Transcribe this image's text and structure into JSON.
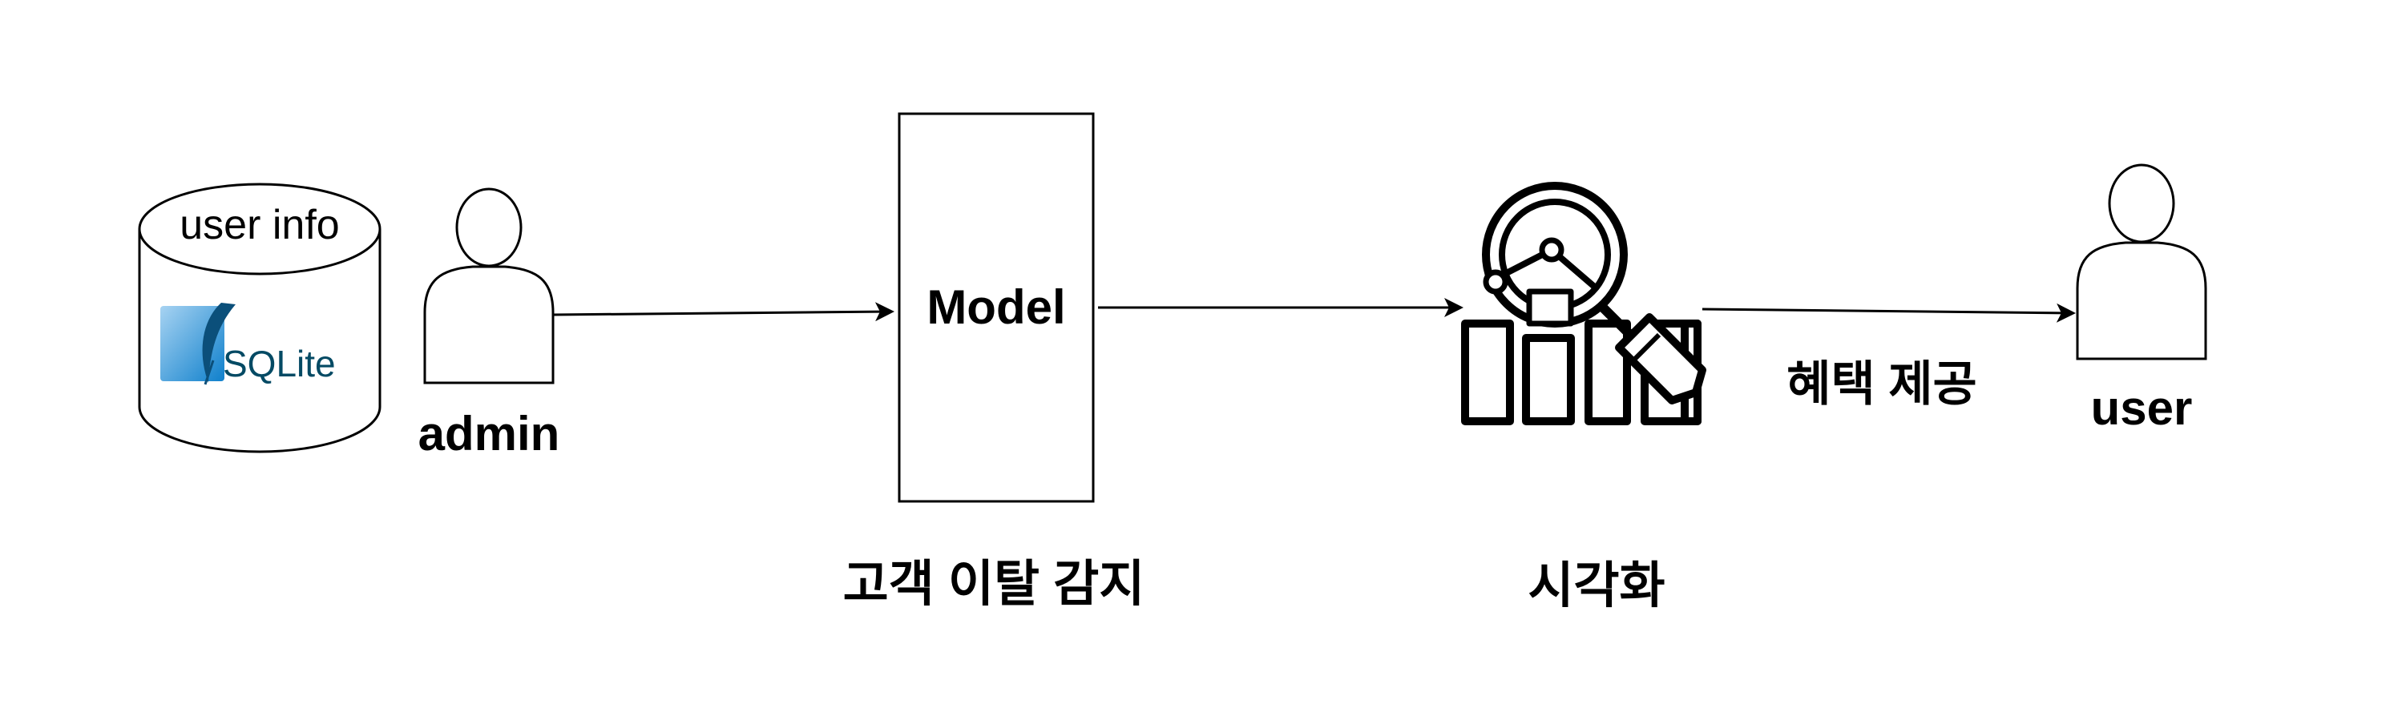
{
  "database": {
    "label": "user info",
    "logo_text": "SQLite"
  },
  "admin": {
    "label": "admin"
  },
  "model": {
    "label": "Model",
    "caption": "고객 이탈 감지"
  },
  "visualization": {
    "caption": "시각화"
  },
  "benefit": {
    "label": "혜택 제공"
  },
  "user": {
    "label": "user"
  },
  "colors": {
    "stroke": "#000000",
    "sqlite_blue": "#0f80cc",
    "sqlite_text": "#044a64"
  }
}
